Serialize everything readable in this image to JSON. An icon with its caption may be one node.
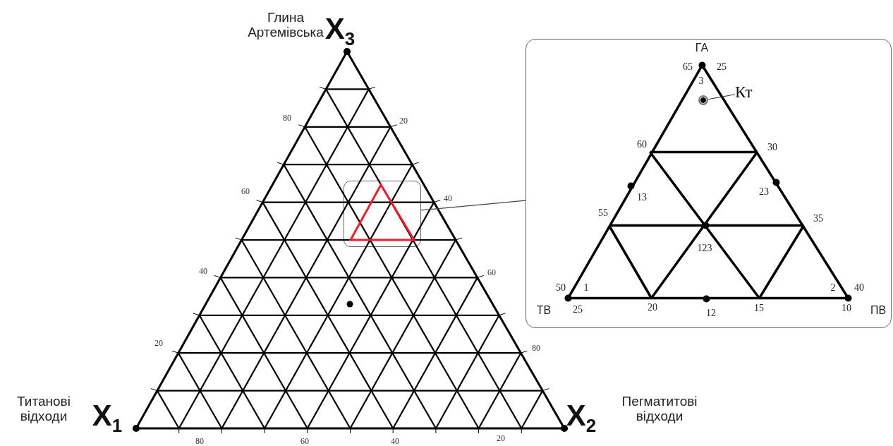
{
  "diagram": {
    "nodes": [
      {
        "text": [],
        "shape": "box"
      },
      {
        "text": [],
        "shape": "box"
      },
      {
        "text": [
          "Кт"
        ],
        "in": 1
      },
      {
        "text": [],
        "shape": "circle",
        "in": 1
      }
    ],
    "edges": [
      {
        "from": 0,
        "to": 1,
        "arrow": "none"
      },
      {
        "from": 2,
        "to": 3,
        "arrow": "none"
      }
    ],
    "labels": [
      "Глина Артемівська",
      "X$_{3}$",
      "ГА",
      "65",
      "25",
      "3",
      "80",
      "20",
      "60",
      "30",
      "60",
      "40",
      "13",
      "23",
      "55",
      "35",
      "123",
      "40",
      "60",
      "50",
      "1",
      "2",
      "40",
      "ТВ",
      "25",
      "20",
      "12",
      "15",
      "10",
      "ПВ",
      "20",
      "80",
      "Титанові відходи",
      "X$_{1}$",
      "X$_{2}$",
      "Пегматитові відходи",
      "80",
      "60",
      "40",
      "20"
    ]
  }
}
